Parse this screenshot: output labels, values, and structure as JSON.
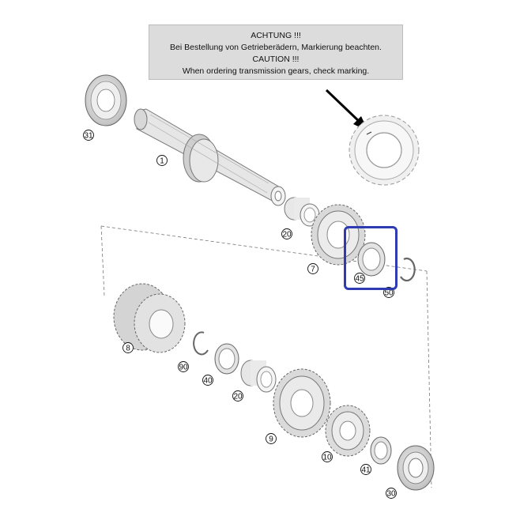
{
  "notice": {
    "line1": "ACHTUNG !!!",
    "line2": "Bei Bestellung von Getrieberädern, Markierung beachten.",
    "line3": "CAUTION !!!",
    "line4": "When ordering transmission gears, check marking."
  },
  "callouts": {
    "bearing_top": "31",
    "shaft": "1",
    "bushing_top": "20",
    "gear_7": "7",
    "washer_45": "45",
    "circlip_top": "50",
    "gear_8": "8",
    "circlip_90": "90",
    "washer_40": "40",
    "bushing_bottom": "20",
    "gear_9": "9",
    "gear_10": "10",
    "washer_41": "41",
    "bearing_bottom": "30"
  },
  "colors": {
    "highlight": "#2e3bb3",
    "notice_bg": "#dcdcdc",
    "line": "#555555"
  }
}
